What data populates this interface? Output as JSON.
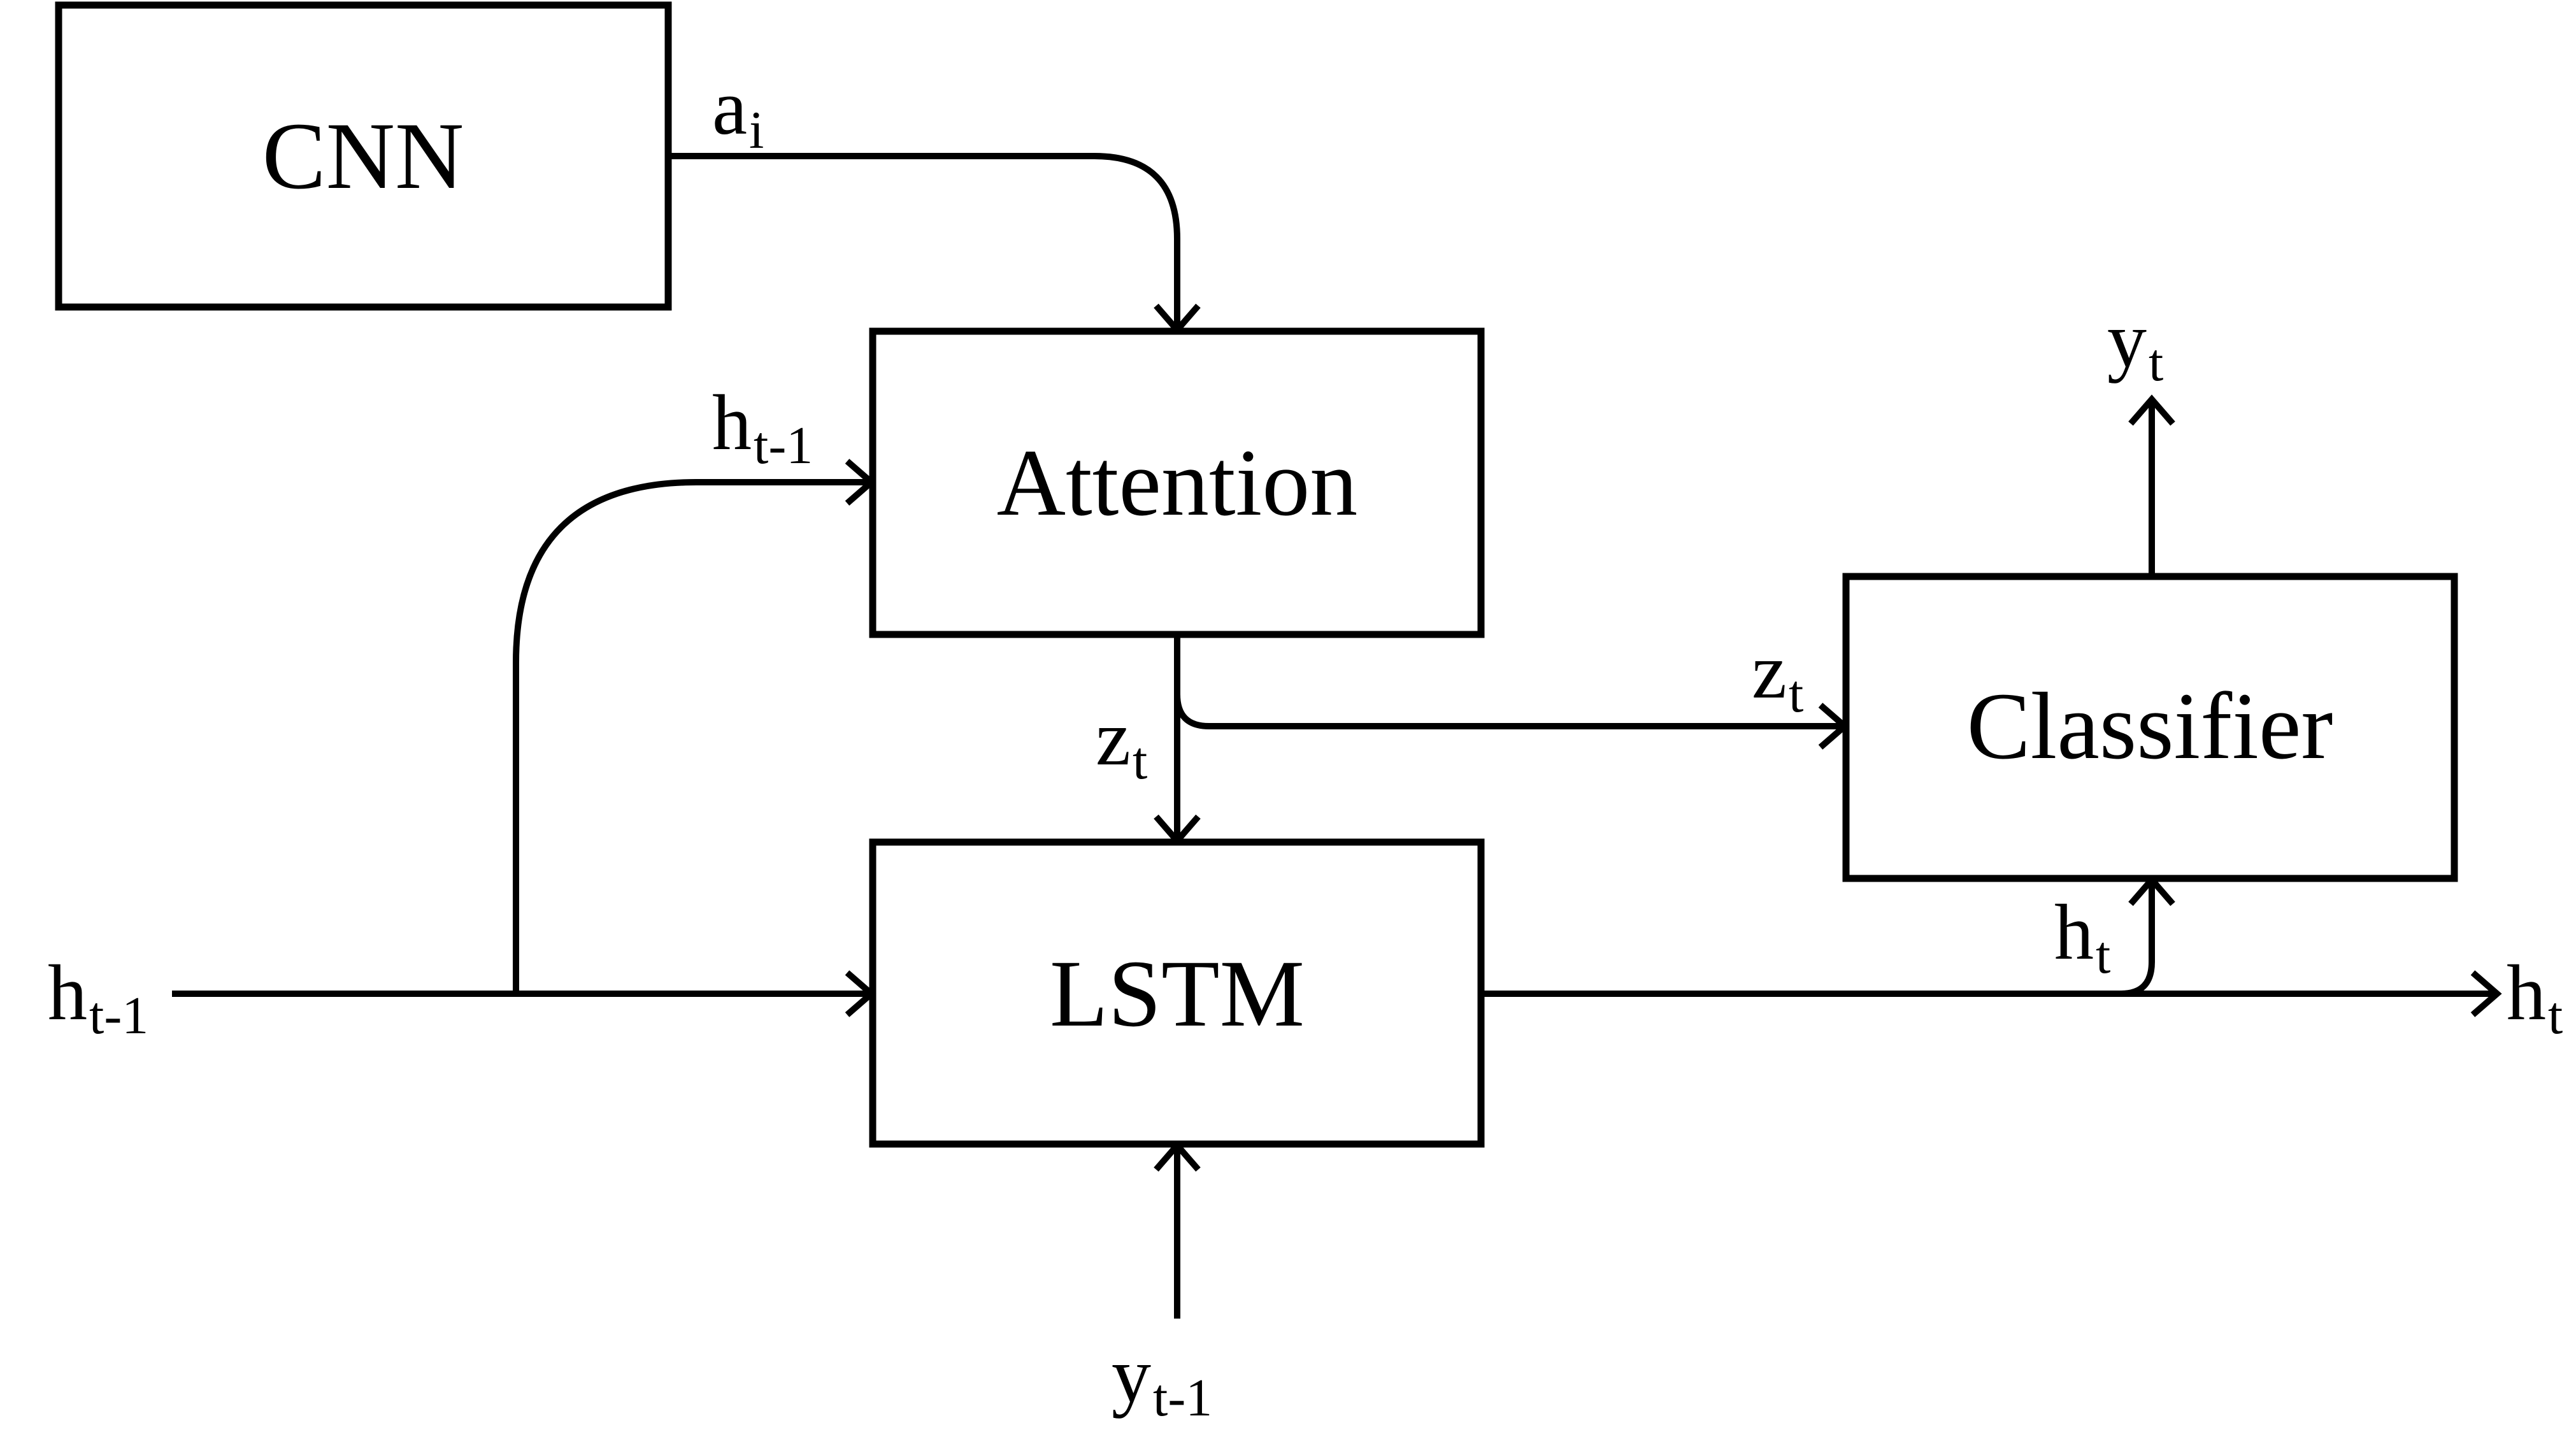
{
  "blocks": {
    "cnn": "CNN",
    "attention": "Attention",
    "lstm": "LSTM",
    "classifier": "Classifier"
  },
  "labels": {
    "a_i": {
      "base": "a",
      "sub": "i"
    },
    "h_prev_top": {
      "base": "h",
      "sub": "t-1"
    },
    "h_prev_left": {
      "base": "h",
      "sub": "t-1"
    },
    "z_t_down": {
      "base": "z",
      "sub": "t"
    },
    "z_t_right": {
      "base": "z",
      "sub": "t"
    },
    "y_t": {
      "base": "y",
      "sub": "t"
    },
    "h_t_up": {
      "base": "h",
      "sub": "t"
    },
    "h_t_out": {
      "base": "h",
      "sub": "t"
    },
    "y_prev": {
      "base": "y",
      "sub": "t-1"
    }
  }
}
